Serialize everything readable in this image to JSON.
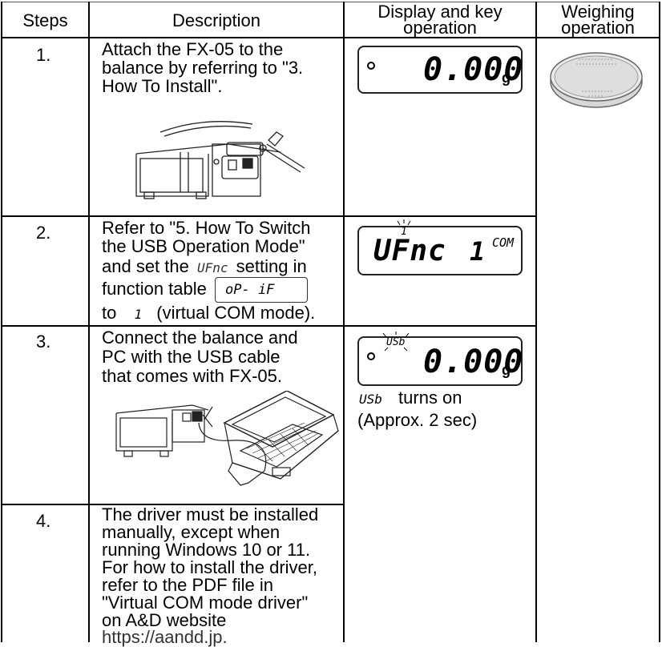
{
  "headers": {
    "steps": "Steps",
    "description": "Description",
    "display_line1": "Display and key",
    "display_line2": "operation",
    "weighing_line1": "Weighing",
    "weighing_line2": "operation"
  },
  "rows": [
    {
      "num": "1.",
      "desc_lines": [
        "Attach the FX-05 to the",
        "balance by referring to \"3.",
        "How To Install\"."
      ],
      "display": {
        "value": "0.000",
        "unit": "g"
      }
    },
    {
      "num": "2.",
      "line1": "Refer to \"5. How To Switch",
      "line2": "the USB Operation Mode\"",
      "line3_pre": "and set the",
      "line3_seg": "UFnc",
      "line3_post": "setting in",
      "line4_pre": "function table",
      "line4_box": "oP- iF",
      "line5_pre": "to",
      "line5_seg": "1",
      "line5_post": "(virtual COM mode).",
      "display": {
        "main": "UFnc",
        "right": "1",
        "com": "COM",
        "top": "1"
      }
    },
    {
      "num": "3.",
      "desc_lines": [
        "Connect the balance and",
        "PC with the USB cable",
        "that comes with FX-05."
      ],
      "display": {
        "value": "0.000",
        "unit": "g",
        "top": "USb"
      },
      "note_seg": "USb",
      "note_text": "turns on",
      "note_line2": "(Approx. 2 sec)"
    },
    {
      "num": "4.",
      "desc_lines": [
        "The driver must be installed",
        "manually, except when",
        "running Windows 10 or 11.",
        "For how to install the driver,",
        "refer to the PDF file in",
        "\"Virtual COM mode driver\"",
        "on A&D website"
      ],
      "link": "https://aandd.jp."
    }
  ]
}
